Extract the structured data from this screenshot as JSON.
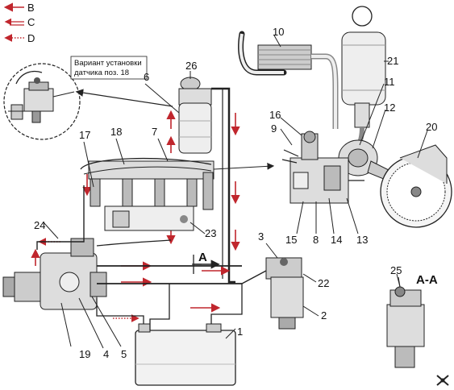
{
  "legend": [
    {
      "key": "B",
      "style": "solid"
    },
    {
      "key": "C",
      "style": "double"
    },
    {
      "key": "D",
      "style": "dotted"
    }
  ],
  "note": {
    "line1": "Вариант установки",
    "line2": "датчика поз. 18"
  },
  "labels": {
    "n1": "1",
    "n2": "2",
    "n3": "3",
    "n4": "4",
    "n5": "5",
    "n6": "6",
    "n7": "7",
    "n8": "8",
    "n9": "9",
    "n10": "10",
    "n11": "11",
    "n12": "12",
    "n13": "13",
    "n14": "14",
    "n15": "15",
    "n16": "16",
    "n17": "17",
    "n18": "18",
    "n19": "19",
    "n20": "20",
    "n21": "21",
    "n22": "22",
    "n23": "23",
    "n24": "24",
    "n25": "25",
    "n26": "26"
  },
  "section": {
    "marker": "A",
    "title": "A-A"
  },
  "colors": {
    "flow": "#c0262d",
    "ink": "#222222"
  }
}
